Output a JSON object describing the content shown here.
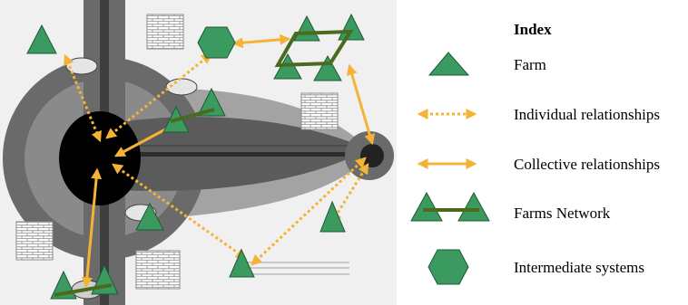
{
  "legend": {
    "title": "Index",
    "items": [
      {
        "symbol": "farm-triangle",
        "label": "Farm"
      },
      {
        "symbol": "dotted-arrow",
        "label": "Individual relationships"
      },
      {
        "symbol": "solid-arrow",
        "label": "Collective relationships"
      },
      {
        "symbol": "farms-network",
        "label": "Farms Network"
      },
      {
        "symbol": "hexagon",
        "label": "Intermediate systems"
      }
    ]
  },
  "colors": {
    "farm_green": "#3a9a5f",
    "network_line": "#4a6a1e",
    "arrow_orange": "#f5b335",
    "map_dark": "#5f5f5f",
    "map_light": "#9f9f9f",
    "center_black": "#000000",
    "background_gray": "#f0f0f0"
  }
}
